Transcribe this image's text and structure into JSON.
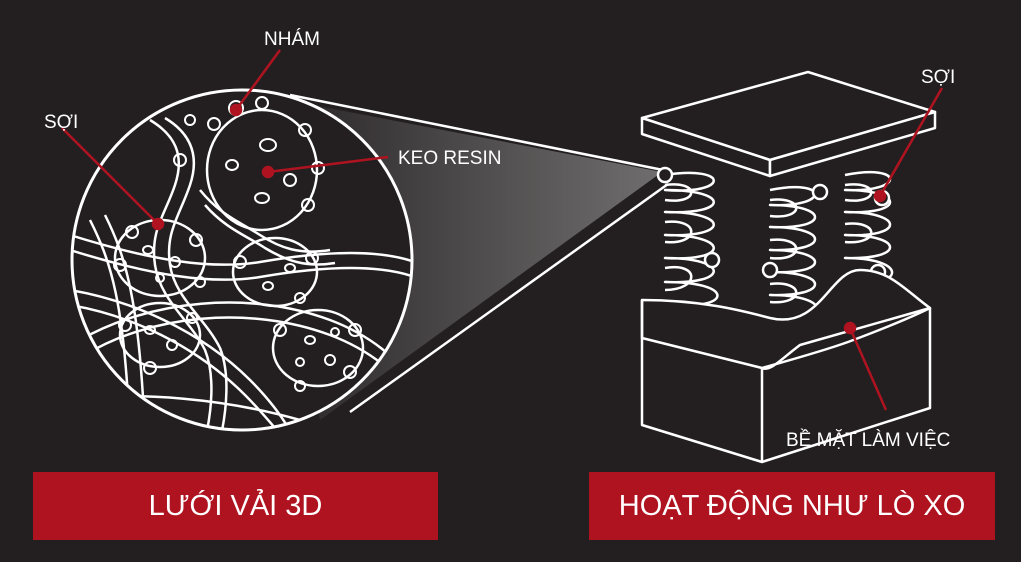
{
  "colors": {
    "background": "#231f20",
    "line": "#ffffff",
    "accent": "#b01320",
    "pointer": "#b01320"
  },
  "labels": {
    "nham": "NHÁM",
    "soi_left": "SỢI",
    "keo_resin": "KEO RESIN",
    "soi_right": "SỢI",
    "be_mat": "BỀ MẶT LÀM VIỆC"
  },
  "banners": {
    "left": "LƯỚI VẢI 3D",
    "right": "HOẠT ĐỘNG NHƯ LÒ XO"
  }
}
